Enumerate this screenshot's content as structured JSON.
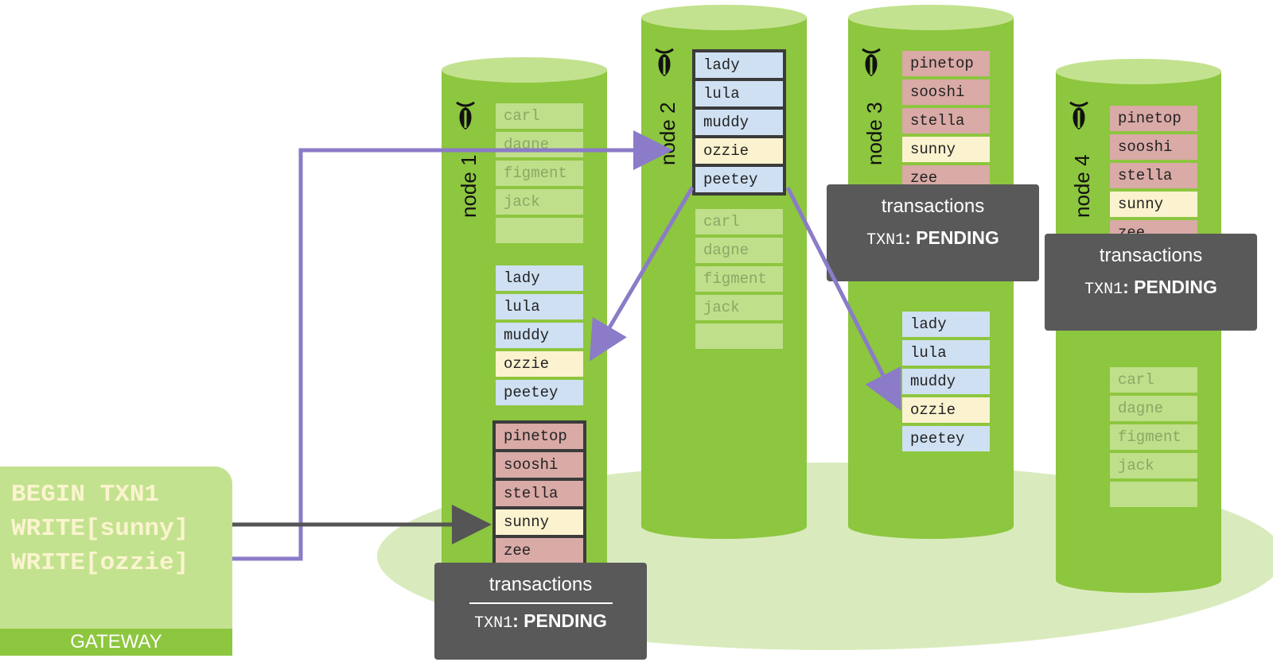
{
  "nodes": [
    {
      "label": "node 1"
    },
    {
      "label": "node 2"
    },
    {
      "label": "node 3"
    },
    {
      "label": "node 4"
    }
  ],
  "ranges": {
    "a": [
      "carl",
      "dagne",
      "figment",
      "jack",
      ""
    ],
    "b": [
      "lady",
      "lula",
      "muddy",
      "ozzie",
      "peetey"
    ],
    "c": [
      "pinetop",
      "sooshi",
      "stella",
      "sunny",
      "zee"
    ]
  },
  "panel": {
    "title": "transactions",
    "txn": "TXN1",
    "sep": ": ",
    "status": "PENDING"
  },
  "gateway": {
    "lines": [
      "BEGIN TXN1",
      "WRITE[sunny]",
      "WRITE[ozzie]"
    ],
    "label": "GATEWAY"
  },
  "colors": {
    "cylinder": "#8dc63f",
    "cylinder_top": "#c3e28f",
    "key_blue": "#cfe0f2",
    "key_yellow": "#fbf2cf",
    "key_red": "#d9aaa6",
    "panel": "#595959",
    "arrow_purple": "#8b7bc8",
    "arrow_gray": "#555555"
  },
  "icons": [
    "cockroach-icon"
  ]
}
